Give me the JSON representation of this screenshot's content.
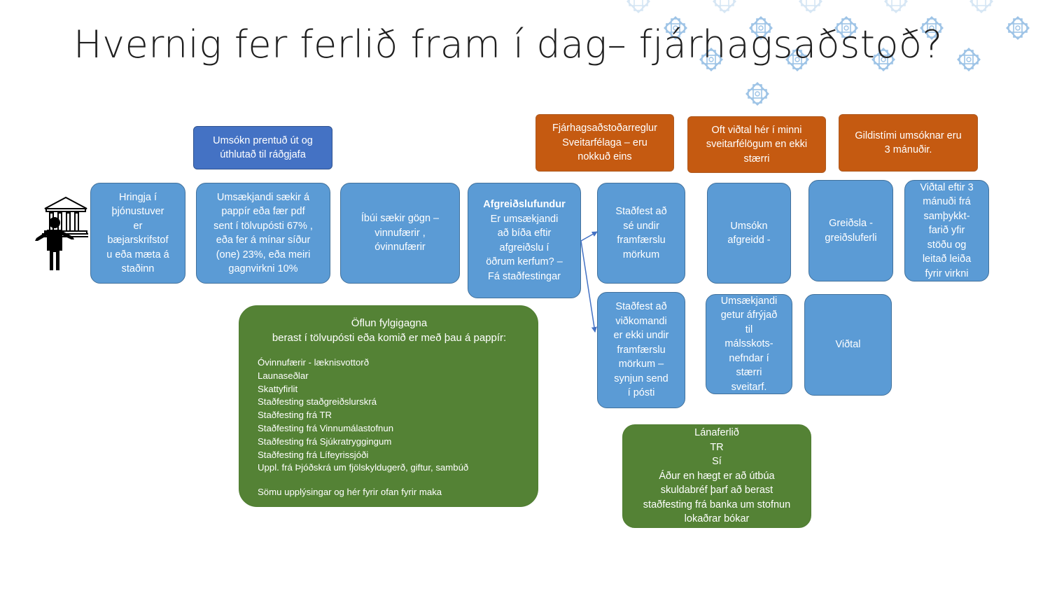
{
  "title": "Hvernig fer ferlið fram í dag– fjárhagsaðstoð?",
  "colors": {
    "blue": "#5b9bd5",
    "dark_blue": "#4472c4",
    "orange": "#c55a11",
    "green": "#548235",
    "title_text": "#1f1f1f",
    "decor": "#9dc3e6"
  },
  "icons": [
    "person-icon",
    "building-icon",
    "decorative-knot-icon"
  ],
  "boxes": {
    "call": [
      "Hringja í",
      "þjónustuver",
      "er",
      "bæjarskrifstof",
      "u eða mæta á",
      "staðinn"
    ],
    "printed": [
      "Umsókn prentuð út og",
      "úthlutað til ráðgjafa"
    ],
    "apply": [
      "Umsækjandi sækir á",
      "pappír eða fær  pdf",
      "sent í tölvupósti 67% ,",
      "eða fer á mínar síður",
      "(one) 23%, eða meiri",
      "gagnvirkni 10%"
    ],
    "resident": [
      "Íbúi sækir gögn –",
      "vinnufærir ,",
      "óvinnufærir"
    ],
    "meeting_title": "Afgreiðslufundur",
    "meeting": [
      "Er umsækjandi",
      "að bíða eftir",
      "afgreiðslu í",
      "öðrum kerfum? –",
      "Fá staðfestingar"
    ],
    "rules": [
      "Fjárhagsaðstoðarreglur",
      "Sveitarfélaga – eru",
      "nokkuð eins"
    ],
    "interview_often": [
      "Oft viðtal hér í minni",
      "sveitarfélögum en ekki",
      "stærri"
    ],
    "validity": [
      "Gildistími umsóknar eru",
      "3 mánuðir."
    ],
    "confirmed_under": [
      "Staðfest að",
      "sé undir",
      "framfærslu",
      "mörkum"
    ],
    "confirmed_not_under": [
      "Staðfest að",
      "viðkomandi",
      "er ekki undir",
      "framfærslu",
      "mörkum –",
      "synjun send",
      "í pósti"
    ],
    "processed": [
      "Umsókn",
      "afgreidd -"
    ],
    "appeal": [
      "Umsækjandi",
      "getur áfrýjað",
      "til",
      "málsskots-",
      "nefndar í",
      "stærri",
      "sveitarf."
    ],
    "payment": [
      "Greiðsla -",
      "greiðsluferli"
    ],
    "interview": [
      "Viðtal"
    ],
    "interview_after": [
      "Viðtal eftir 3",
      "mánuði frá",
      "samþykkt-",
      "farið yfir",
      "stöðu  og",
      "leitað leiða",
      "fyrir virkni"
    ]
  },
  "documents": {
    "heading": [
      "Öflun fylgigagna",
      "berast í tölvupósti eða komið er með þau á pappír:"
    ],
    "items": [
      "Óvinnufærir - læknisvottorð",
      "Launaseðlar",
      "Skattyfirlit",
      "Staðfesting staðgreiðslurskrá",
      "Staðfesting frá TR",
      "Staðfesting frá Vinnumálastofnun",
      "Staðfesting frá Sjúkratryggingum",
      "Staðfesting frá Lífeyrissjóði",
      "Uppl. frá Þjóðskrá um fjölskyldugerð, giftur, sambúð"
    ],
    "footer": "Sömu upplýsingar og hér fyrir ofan fyrir maka"
  },
  "loan": [
    "Lánaferlið",
    "TR",
    "Sí",
    "Áður en hægt er að útbúa",
    "skuldabréf þarf að berast",
    "staðfesting frá banka um stofnun",
    "lokaðrar bókar"
  ]
}
